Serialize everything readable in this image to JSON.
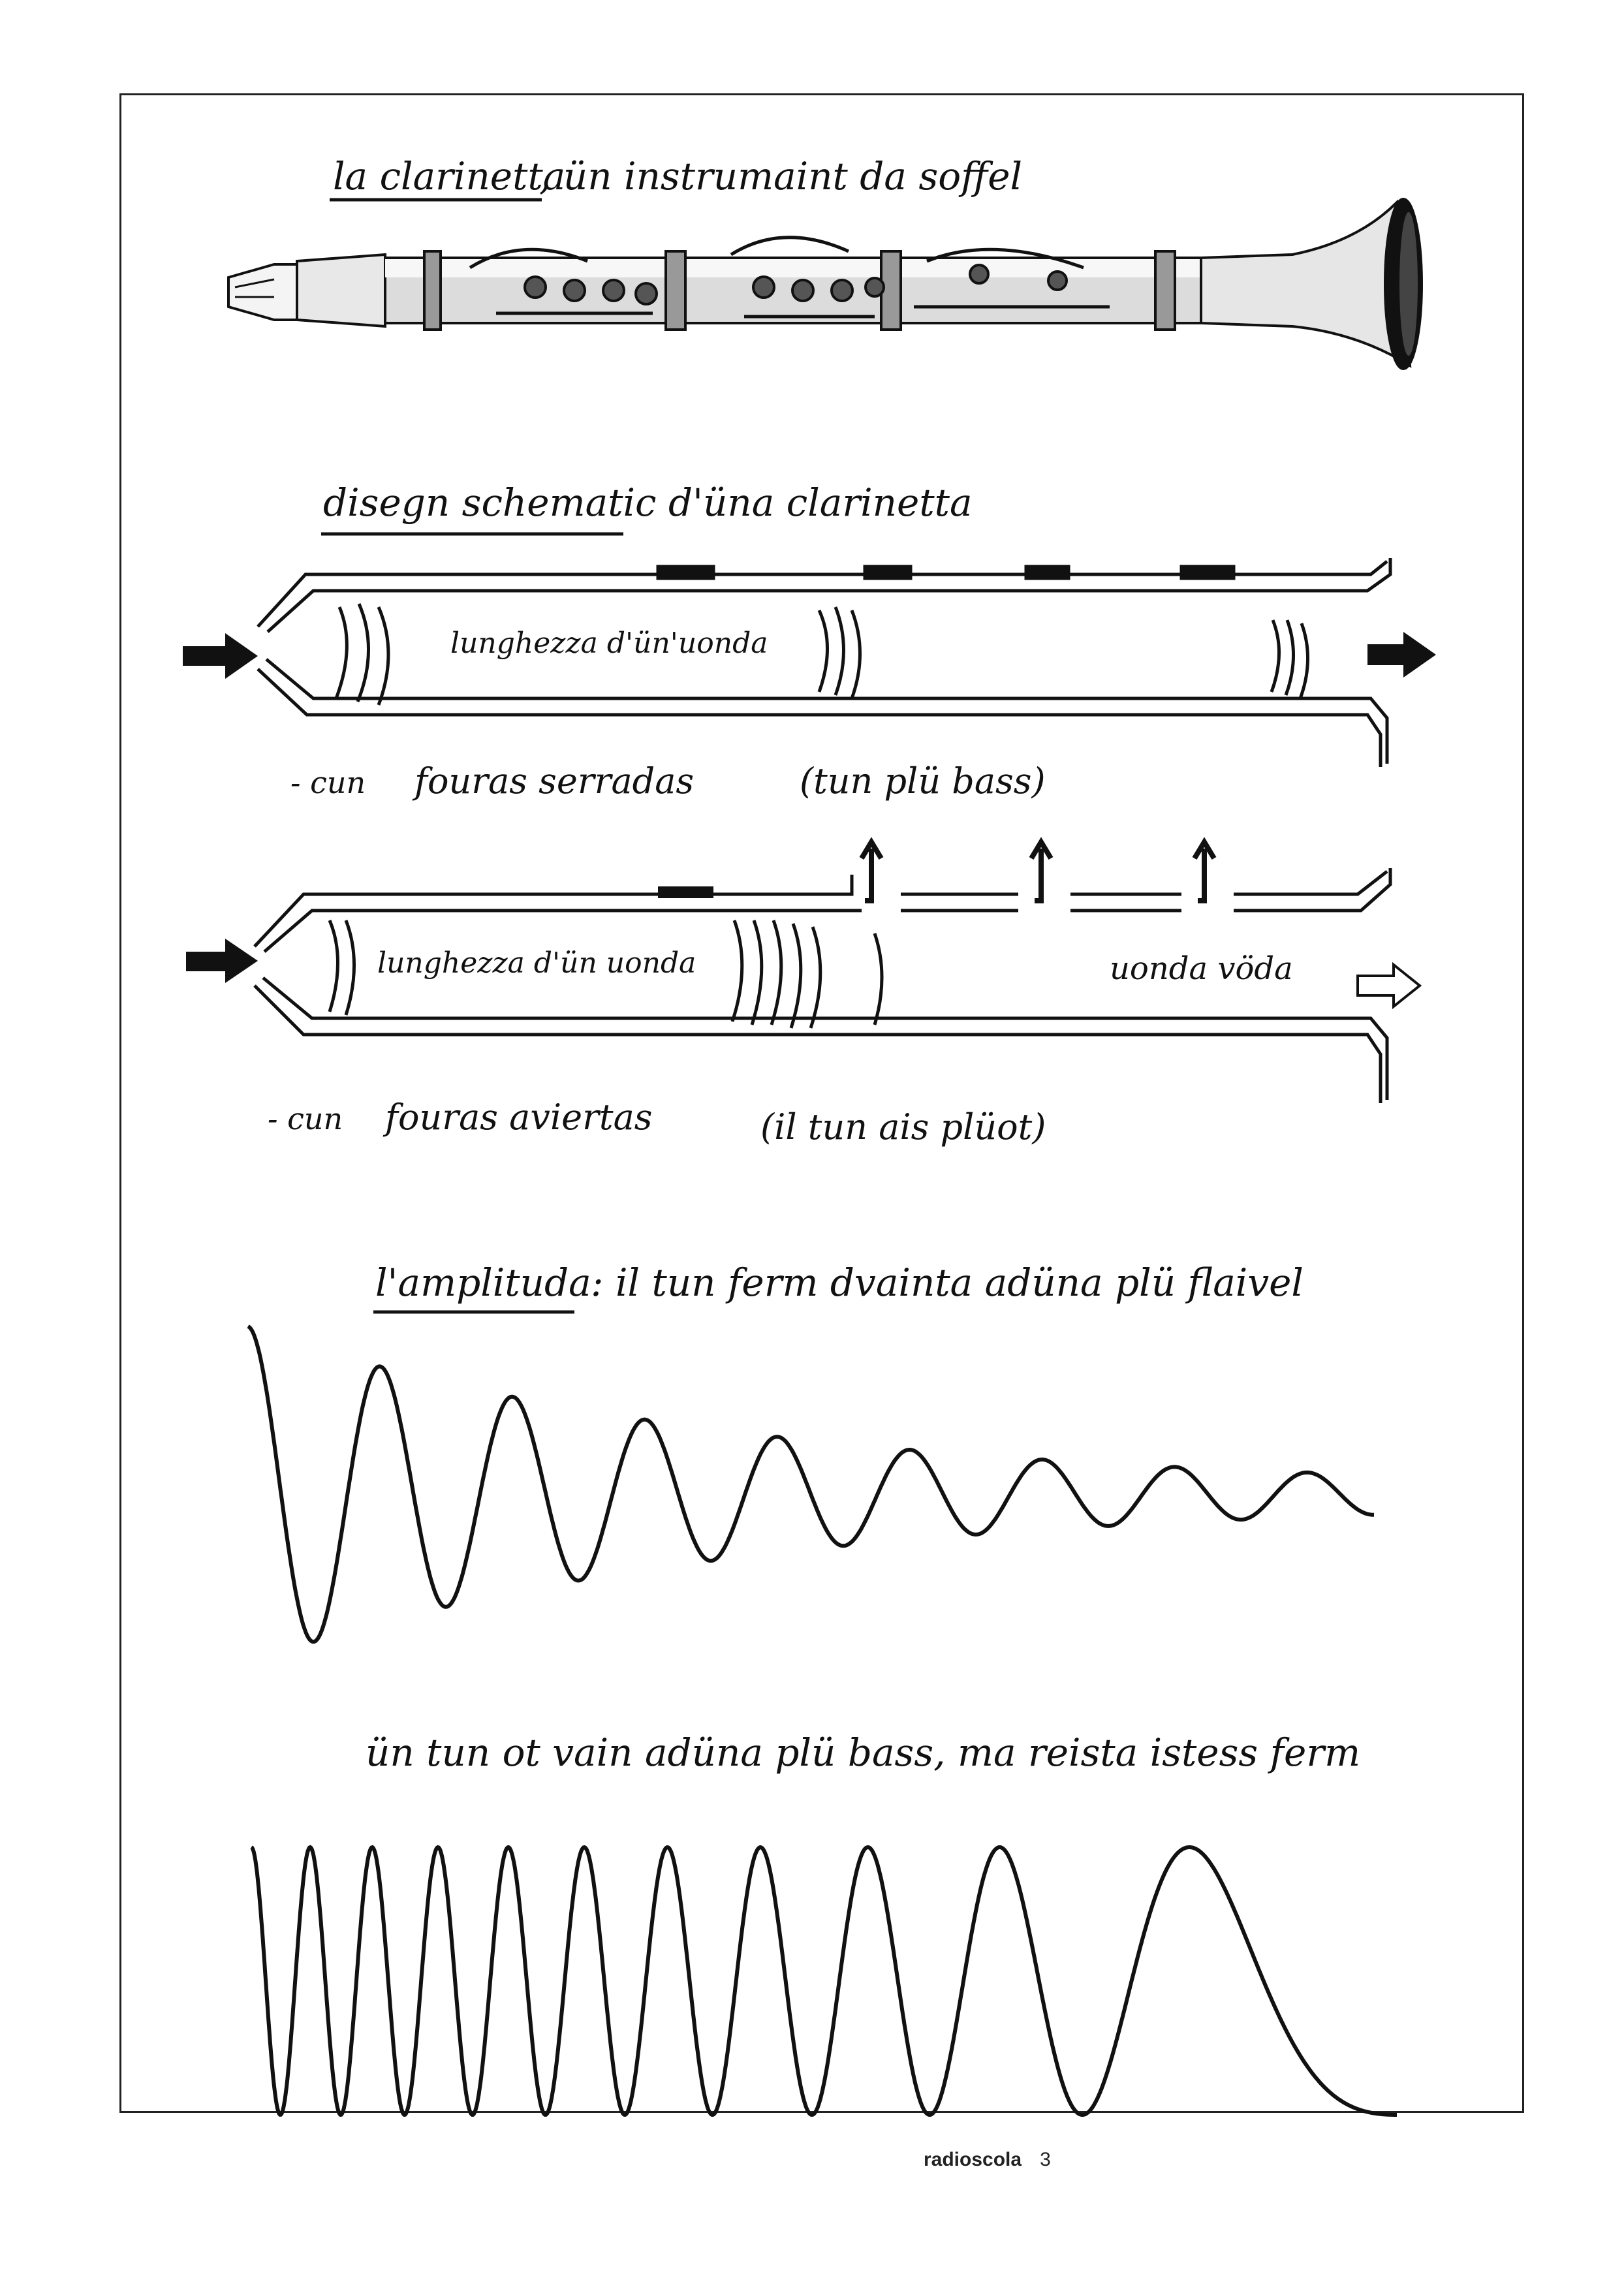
{
  "page": {
    "title": "la clarinetta",
    "title_rest": ", ün instrumaint da soffel",
    "schema_title": "disegn schematic d'üna clarinetta",
    "closed": {
      "wave_label": "lunghezza d'ün'uonda",
      "caption_lead": "- cun",
      "caption_middle": "fouras serradas",
      "caption_paren": "(tun plü bass)"
    },
    "open": {
      "wave_label": "lunghezza d'ün uonda",
      "empty_wave_label": "uonda vöda",
      "caption_lead": "- cun",
      "caption_middle": "fouras aviertas",
      "caption_paren": "(il tun ais plüot)"
    },
    "amplitude_title": "l'amplituda",
    "amplitude_text": ": il tun ferm dvainta adüna plü flaivel",
    "frequency_text": "ün tun ot vain adüna plü bass, ma reista istess ferm",
    "footer": {
      "brand": "radioscola",
      "page_number": "3"
    }
  },
  "style": {
    "ink": "#111111",
    "paper": "#ffffff"
  },
  "icons": [
    "clarinet-illustration",
    "arrow-right-icon",
    "arrow-outline-right-icon",
    "arrow-up-icon"
  ]
}
